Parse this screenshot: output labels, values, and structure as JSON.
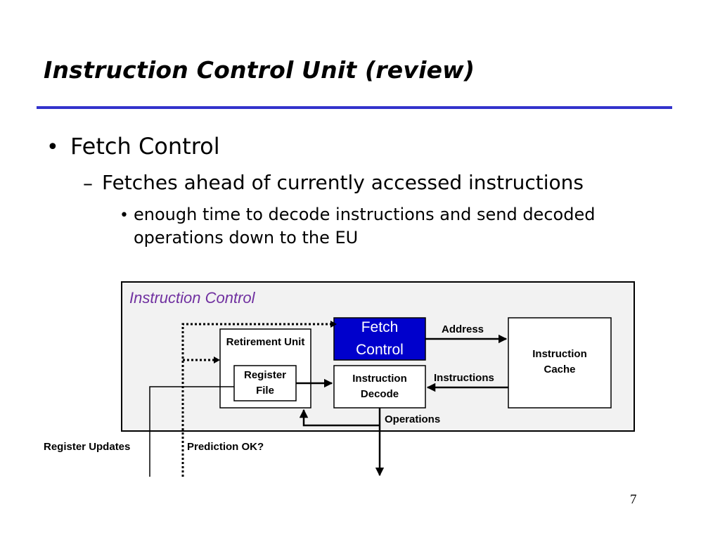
{
  "slide": {
    "title": "Instruction Control Unit (review)",
    "page_number": "7",
    "bullets": {
      "level1_marker": "•",
      "level1": "Fetch Control",
      "level2_marker": "–",
      "level2": "Fetches ahead of currently accessed instructions",
      "level3_marker": "•",
      "level3": "enough time to decode instructions and send decoded operations down to the EU"
    }
  },
  "diagram": {
    "container_label": "Instruction Control",
    "boxes": {
      "retirement_unit": "Retirement Unit",
      "register_file": "Register File",
      "fetch_control": "Fetch Control",
      "instruction_decode": "Instruction Decode",
      "instruction_cache": "Instruction Cache"
    },
    "edges": {
      "address": "Address",
      "instructions": "Instructions",
      "operations": "Operations",
      "register_updates": "Register Updates",
      "prediction_ok": "Prediction OK?"
    },
    "colors": {
      "container_fill": "#f2f2f2",
      "fetch_control_fill": "#0000cc",
      "container_label": "#7030a0",
      "title_rule": "#3333cc"
    }
  }
}
